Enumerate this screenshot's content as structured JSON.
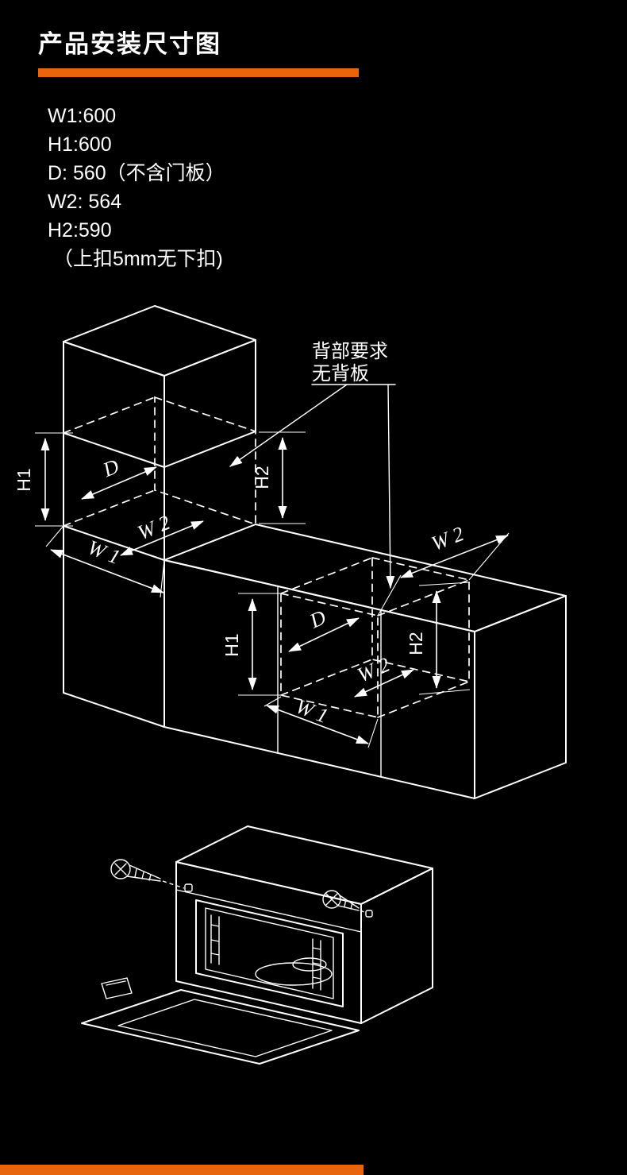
{
  "page": {
    "background": "#000000",
    "accent_color": "#E8650E",
    "line_color": "#ffffff"
  },
  "header": {
    "title": "产品安装尺寸图"
  },
  "specs": {
    "lines": [
      "W1:600",
      "H1:600",
      "D: 560（不含门板）",
      "W2: 564",
      "H2:590",
      " （上扣5mm无下扣)"
    ]
  },
  "annotation": {
    "line1": "背部要求",
    "line2": "无背板"
  },
  "dims": {
    "upper": {
      "h1": "H1",
      "d": "D",
      "h2": "H2",
      "w2": "W 2",
      "w1": "W 1"
    },
    "lower": {
      "w2_top": "W 2",
      "h1": "H1",
      "d": "D",
      "h2": "H2",
      "w2": "W 2",
      "w1": "W 1"
    }
  }
}
